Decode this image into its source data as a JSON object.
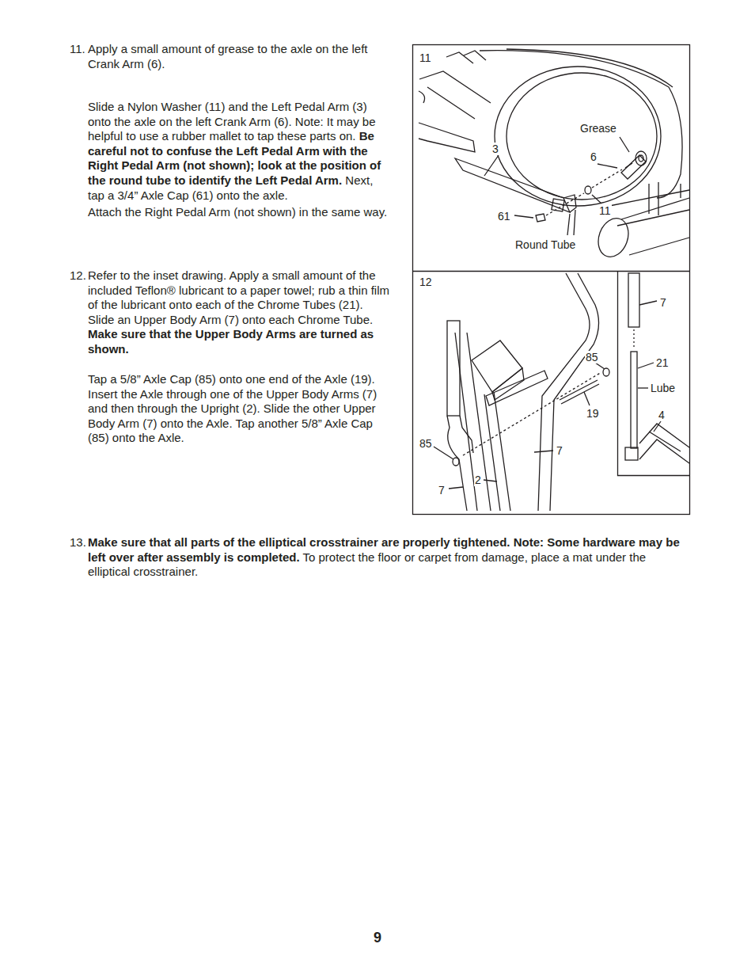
{
  "diagram": {
    "labels": [
      "11.",
      "Apply a small amount of grease to the axle on the left Crank Arm (6).",
      "Slide a Nylon Washer (11) and the Left Pedal Arm (3) onto the axle on the left Crank Arm (6). Note: It may be helpful to use a rubber mallet to tap these parts on.",
      "Be careful not to confuse the Left Pedal Arm with the Right Pedal Arm (not shown); look at the position of the round tube to identify the Left Pedal Arm.",
      "Next, tap a 3/4” Axle Cap (61) onto the axle.",
      "Attach the Right Pedal Arm (not shown) in the same way.",
      "12.",
      "Refer to the inset drawing. Apply a small amount of the included Teflon® lubricant to a paper towel; rub a thin film of the lubricant onto each of the Chrome Tubes (21). Slide an Upper Body Arm (7) onto each Chrome Tube.",
      "Make sure that the Upper Body Arms are turned as shown.",
      "Tap a 5/8” Axle Cap (85) onto one end of the Axle (19). Insert the Axle through one of the Upper Body Arms (7) and then through the Upright (2). Slide the other Upper Body Arm (7) onto the Axle. Tap another 5/8” Axle Cap (85) onto the Axle.",
      "13.",
      "Make sure that all parts of the elliptical crosstrainer are properly tightened. Note: Some hardware may be left over after assembly is completed.",
      "To protect the floor or carpet from damage, place a mat under the elliptical crosstrainer.",
      "11",
      "Grease",
      "3",
      "6",
      "61",
      "11",
      "Round Tube",
      "12",
      "85",
      "19",
      "85",
      "7",
      "2",
      "7",
      "7",
      "21",
      "Lube",
      "4",
      "9"
    ]
  }
}
